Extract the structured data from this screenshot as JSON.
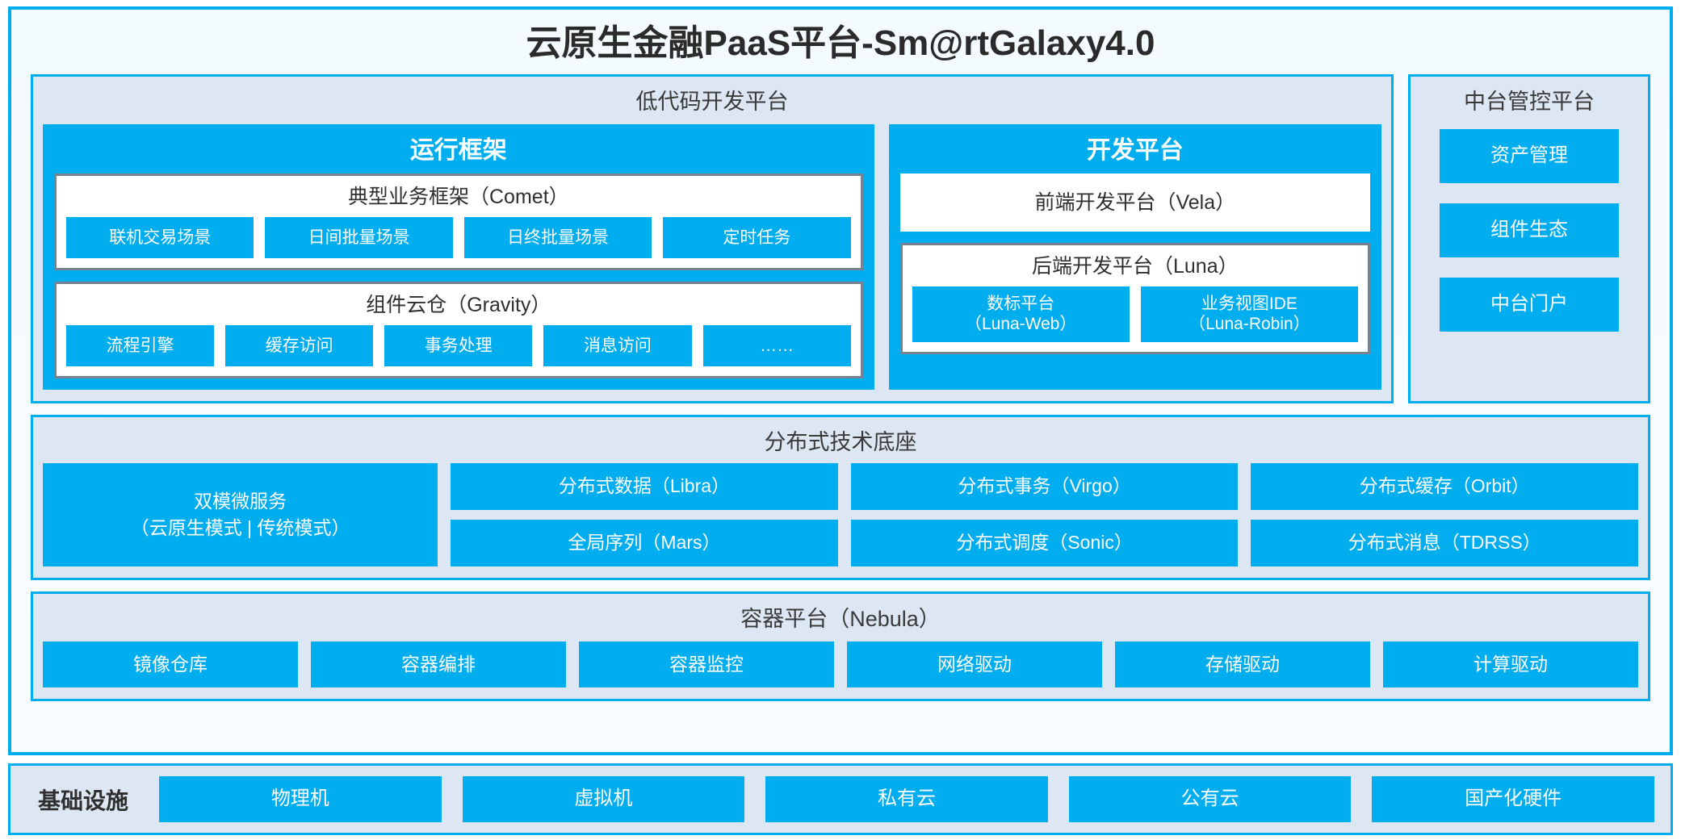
{
  "title": "云原生金融PaaS平台-Sm@rtGalaxy4.0",
  "colors": {
    "accent_blue": "#00ADEE",
    "panel_bg": "#DDE7F3",
    "box_border_gray": "#76838F",
    "text_dark": "#2F2F2F"
  },
  "lowcode": {
    "title": "低代码开发平台",
    "runtime": {
      "title": "运行框架",
      "comet": {
        "title": "典型业务框架（Comet）",
        "items": [
          "联机交易场景",
          "日间批量场景",
          "日终批量场景",
          "定时任务"
        ]
      },
      "gravity": {
        "title": "组件云仓（Gravity）",
        "items": [
          "流程引擎",
          "缓存访问",
          "事务处理",
          "消息访问",
          "……"
        ]
      }
    },
    "devplatform": {
      "title": "开发平台",
      "frontend": "前端开发平台（Vela）",
      "backend": {
        "title": "后端开发平台（Luna）",
        "items": [
          {
            "name": "数标平台",
            "code": "（Luna-Web）"
          },
          {
            "name": "业务视图IDE",
            "code": "（Luna-Robin）"
          }
        ]
      }
    }
  },
  "mgmt": {
    "title": "中台管控平台",
    "items": [
      "资产管理",
      "组件生态",
      "中台门户"
    ]
  },
  "techbase": {
    "title": "分布式技术底座",
    "microservice": {
      "line1": "双模微服务",
      "line2": "（云原生模式 | 传统模式）"
    },
    "col1": [
      "分布式数据（Libra）",
      "全局序列（Mars）"
    ],
    "col2": [
      "分布式事务（Virgo）",
      "分布式调度（Sonic）"
    ],
    "col3": [
      "分布式缓存（Orbit）",
      "分布式消息（TDRSS）"
    ]
  },
  "container": {
    "title": "容器平台（Nebula）",
    "items": [
      "镜像仓库",
      "容器编排",
      "容器监控",
      "网络驱动",
      "存储驱动",
      "计算驱动"
    ]
  },
  "infra": {
    "label": "基础设施",
    "items": [
      "物理机",
      "虚拟机",
      "私有云",
      "公有云",
      "国产化硬件"
    ]
  }
}
